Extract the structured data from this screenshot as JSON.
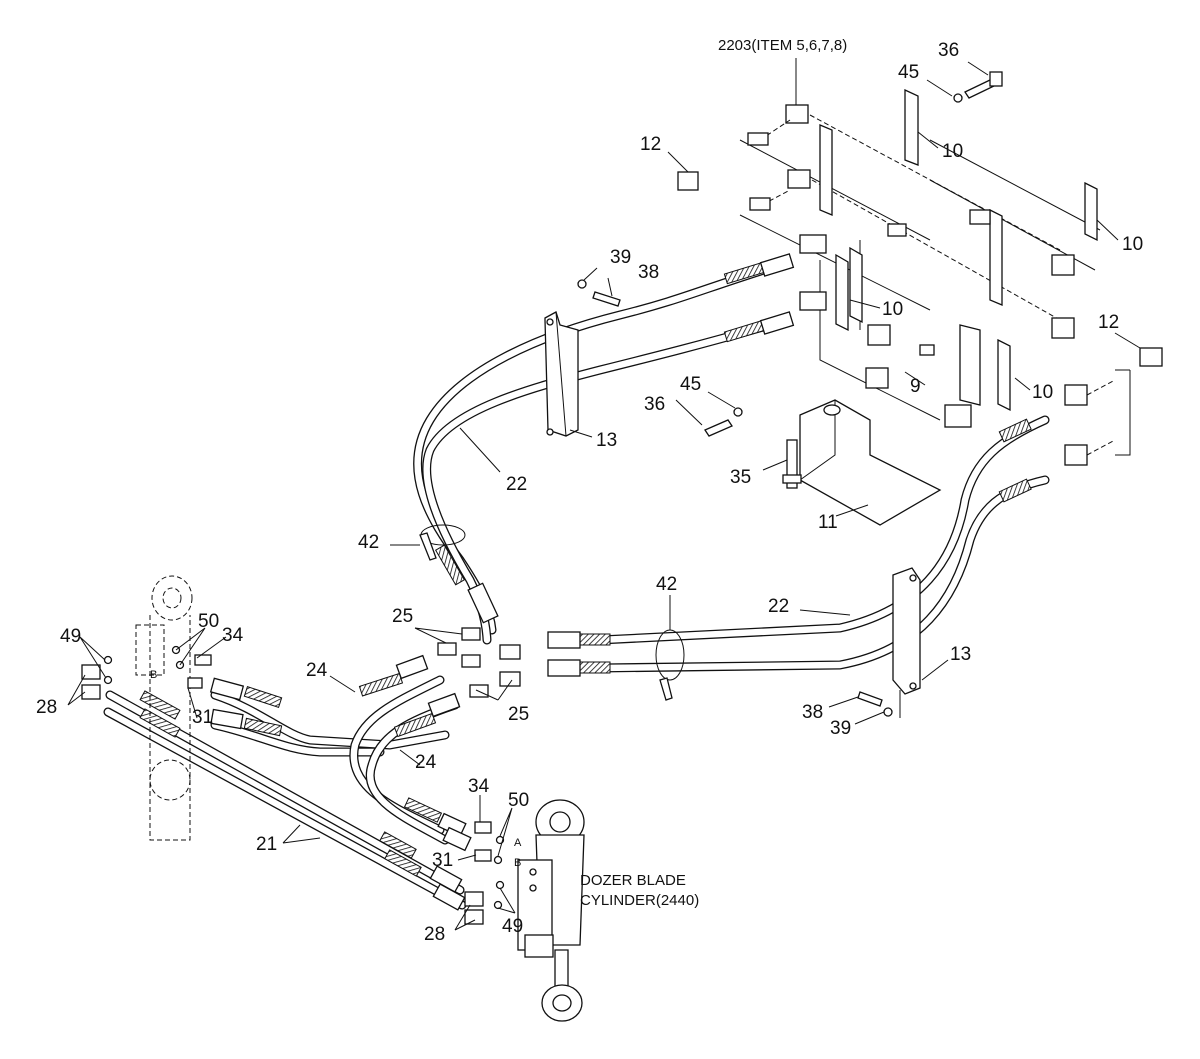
{
  "labels": {
    "callout_2203": "2203(ITEM 5,6,7,8)",
    "n36_top": "36",
    "n45_top": "45",
    "n12_left": "12",
    "n10_a": "10",
    "n10_b": "10",
    "n39_top": "39",
    "n38_top": "38",
    "n10_c": "10",
    "n12_right": "12",
    "n45_mid": "45",
    "n9": "9",
    "n10_d": "10",
    "n36_mid": "36",
    "n13_top": "13",
    "n22_top": "22",
    "n35": "35",
    "n11": "11",
    "n42_left": "42",
    "n42_mid": "42",
    "n22_mid": "22",
    "n25_top": "25",
    "n50_left": "50",
    "n34_left": "34",
    "n49_left": "49",
    "n24_top": "24",
    "n13_right": "13",
    "n28_left": "28",
    "n31_left": "31",
    "n25_bottom": "25",
    "n38_bottom": "38",
    "n39_bottom": "39",
    "n24_bottom": "24",
    "n34_bottom": "34",
    "n50_bottom": "50",
    "n21": "21",
    "n31_bottom": "31",
    "port_a": "A",
    "port_b": "B",
    "port_b_left": "B",
    "cylinder_line1": "DOZER BLADE",
    "cylinder_line2": "CYLINDER(2440)",
    "n28_bottom": "28",
    "n49_bottom": "49"
  }
}
